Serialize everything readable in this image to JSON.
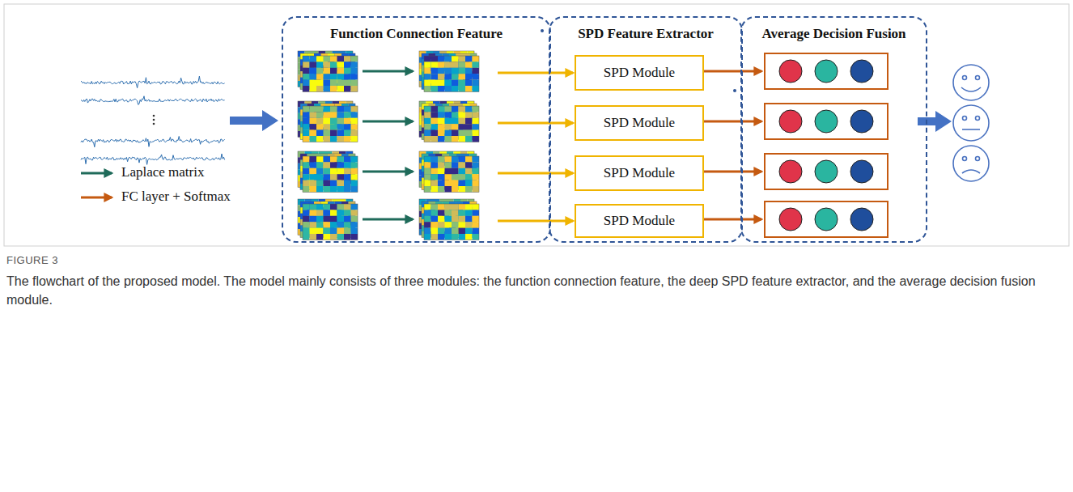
{
  "diagram": {
    "caption": "The flowchart of the proposed model. The model mainly consists of three modules: the function connection feature, the deep SPD feature extractor, and the average decision fusion module.",
    "nodes": [
      {
        "text": [
          "Function Connection Feature"
        ]
      },
      {
        "text": [
          "SPD Feature Extractor"
        ]
      },
      {
        "text": [
          "SPD Module"
        ],
        "in": 1
      },
      {
        "text": [
          "SPD Module"
        ],
        "in": 1
      },
      {
        "text": [
          "SPD Module"
        ],
        "in": 1
      },
      {
        "text": [
          "SPD Module"
        ],
        "in": 1
      },
      {
        "text": [
          "Average Decision Fusion"
        ]
      }
    ],
    "edges": [
      {
        "from": 0,
        "to": 2,
        "arrow": "to"
      },
      {
        "from": 0,
        "to": 3,
        "arrow": "to"
      },
      {
        "from": 0,
        "to": 4,
        "arrow": "to"
      },
      {
        "from": 0,
        "to": 5,
        "arrow": "to"
      }
    ],
    "labels": [
      "FIGURE 3"
    ],
    "legend": [
      {
        "text": "Laplace matrix"
      },
      {
        "text": "FC layer + Softmax"
      }
    ]
  }
}
